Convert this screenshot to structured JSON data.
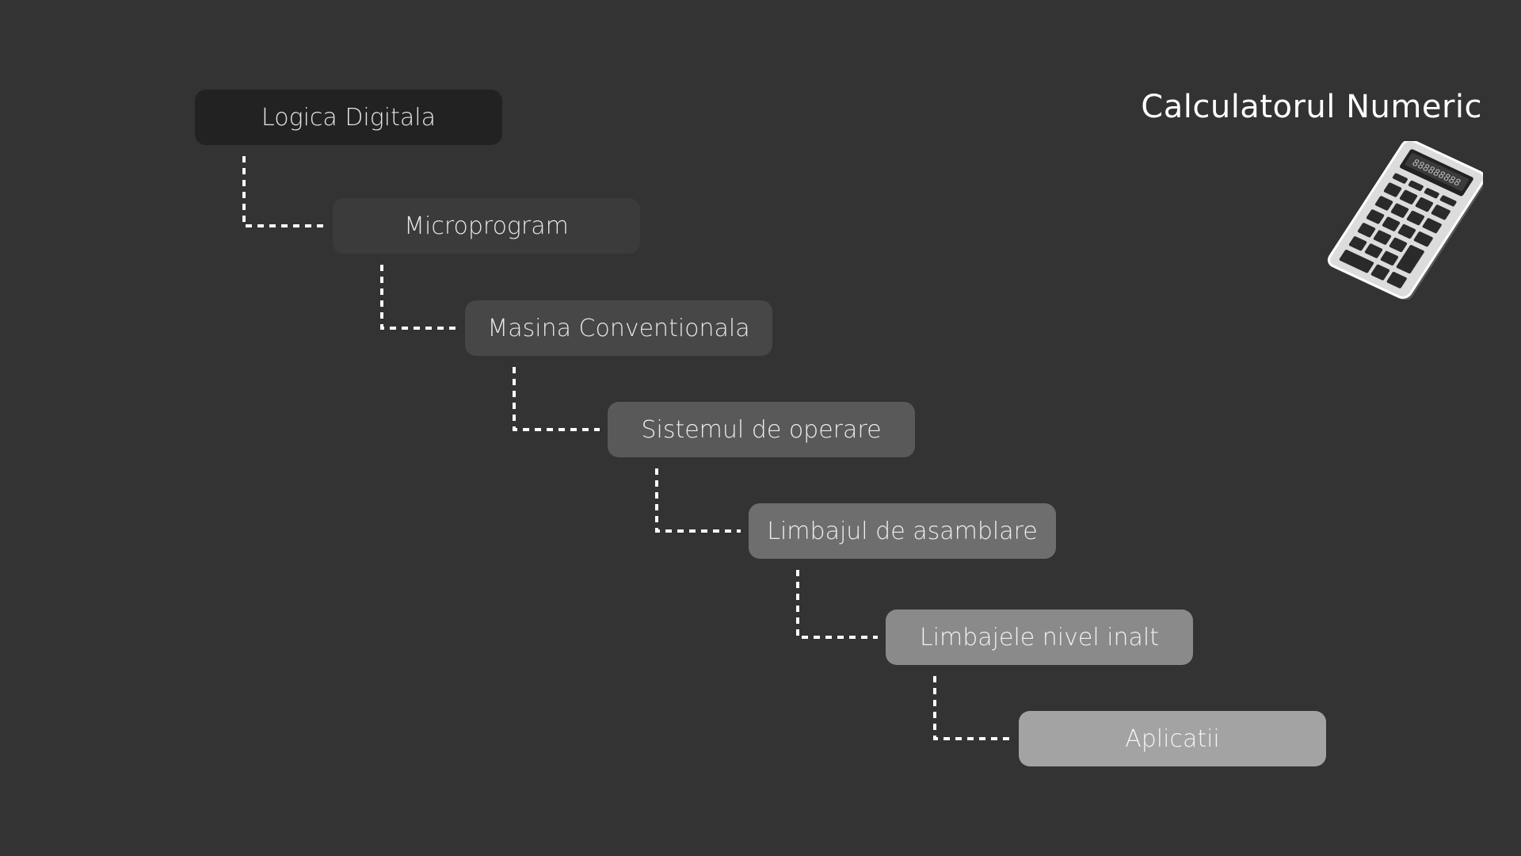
{
  "title": "Calculatorul  Numeric",
  "levels": [
    {
      "label": "Logica Digitala",
      "fill": "#222222",
      "text_color": "#e6e6e6"
    },
    {
      "label": "Microprogram",
      "fill": "#3b3b3b",
      "text_color": "#e6e6e6"
    },
    {
      "label": "Masina Conventionala",
      "fill": "#474747",
      "text_color": "#e6e6e6"
    },
    {
      "label": "Sistemul de operare",
      "fill": "#595959",
      "text_color": "#ececec"
    },
    {
      "label": "Limbajul de asamblare",
      "fill": "#6e6e6e",
      "text_color": "#eeeeee"
    },
    {
      "label": "Limbajele nivel inalt",
      "fill": "#8a8a8a",
      "text_color": "#f2f2f2"
    },
    {
      "label": "Aplicatii",
      "fill": "#a3a3a3",
      "text_color": "#f4f4f4"
    }
  ],
  "connector_color": "#ffffff",
  "icon": "calculator-icon"
}
